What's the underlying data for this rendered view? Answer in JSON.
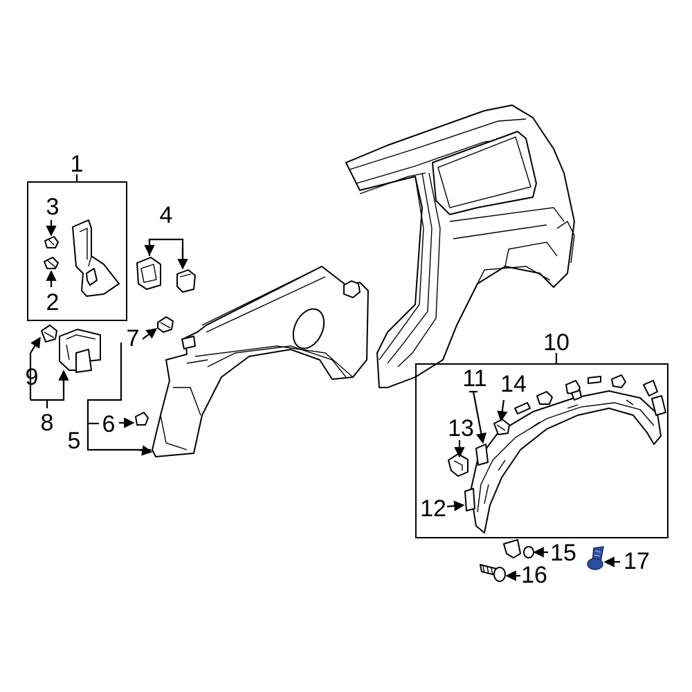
{
  "callouts": {
    "c1": "1",
    "c2": "2",
    "c3": "3",
    "c4": "4",
    "c5": "5",
    "c6": "6",
    "c7": "7",
    "c8": "8",
    "c9": "9",
    "c10": "10",
    "c11": "11",
    "c12": "12",
    "c13": "13",
    "c14": "14",
    "c15": "15",
    "c16": "16",
    "c17": "17"
  },
  "colors": {
    "line": "#000000",
    "background": "#ffffff",
    "highlight_bolt": "#2b4f9e"
  }
}
